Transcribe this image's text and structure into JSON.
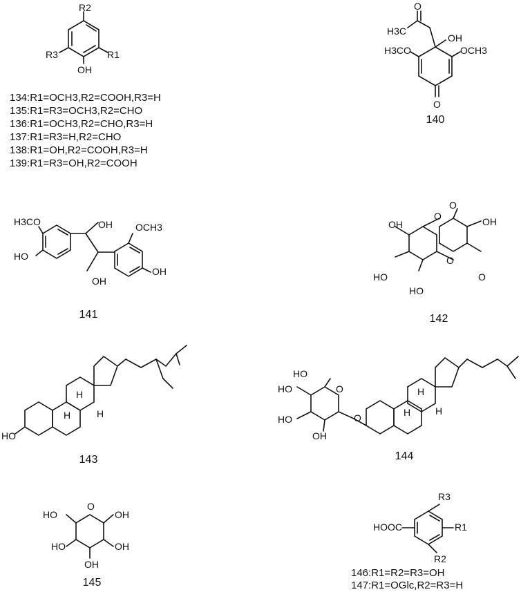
{
  "figure": {
    "compounds": [
      {
        "id": "134-139",
        "caption": "",
        "substituent_lines": [
          "134:R1=OCH3,R2=COOH,R3=H",
          "135:R1=R3=OCH3,R2=CHO",
          "136:R1=OCH3,R2=CHO,R3=H",
          "137:R1=R3=H,R2=CHO",
          "138:R1=OH,R2=COOH,R3=H",
          "139:R1=R3=OH,R2=COOH"
        ],
        "atom_labels": [
          "R2",
          "R3",
          "R1",
          "OH"
        ]
      },
      {
        "id": "140",
        "caption": "140",
        "atom_labels": [
          "O",
          "H3C",
          "OH",
          "H3CO",
          "OCH3",
          "O"
        ]
      },
      {
        "id": "141",
        "caption": "141",
        "atom_labels": [
          "H3CO",
          "HO",
          "OH",
          "OCH3",
          "OH",
          "OH"
        ]
      },
      {
        "id": "142",
        "caption": "142",
        "atom_labels": [
          "OH",
          "OH",
          "O",
          "O",
          "HO",
          "HO",
          "O",
          "O"
        ]
      },
      {
        "id": "143",
        "caption": "143",
        "atom_labels": [
          "HO",
          "H",
          "H",
          "H"
        ]
      },
      {
        "id": "144",
        "caption": "144",
        "atom_labels": [
          "HO",
          "HO",
          "HO",
          "OH",
          "O",
          "O",
          "H",
          "H",
          "H"
        ]
      },
      {
        "id": "145",
        "caption": "145",
        "atom_labels": [
          "HO",
          "O",
          "OH",
          "HO",
          "OH",
          "OH"
        ]
      },
      {
        "id": "146-147",
        "caption": "",
        "substituent_lines": [
          "146:R1=R2=R3=OH",
          "147:R1=OGlc,R2=R3=H"
        ],
        "atom_labels": [
          "HOOC",
          "R3",
          "R1",
          "R2"
        ]
      }
    ]
  }
}
